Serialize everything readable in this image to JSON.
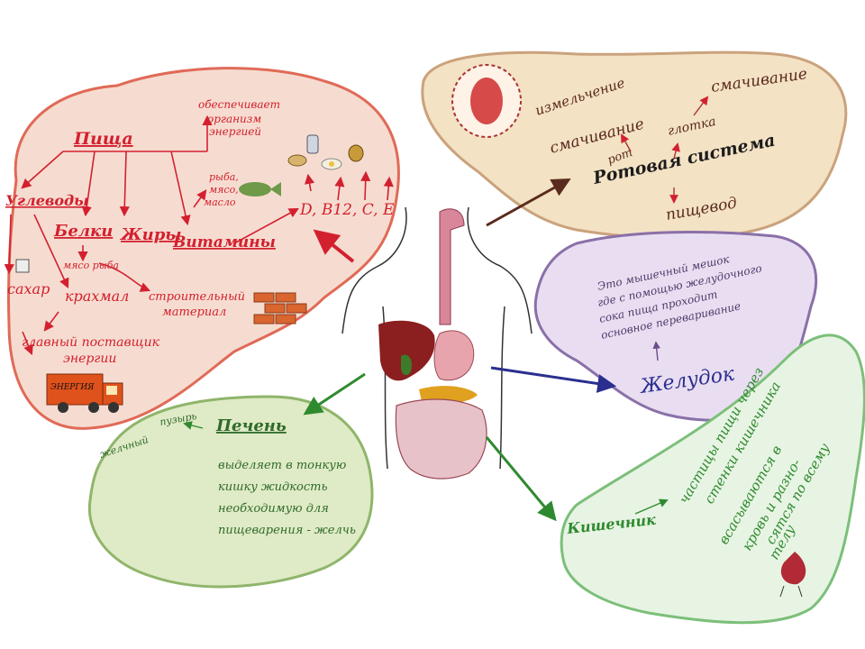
{
  "colors": {
    "food_cloud_fill": "#f6dcd0",
    "food_cloud_stroke": "#e06a57",
    "mouth_cloud_fill": "#f3e2c4",
    "mouth_cloud_stroke": "#caa27c",
    "stomach_cloud_fill": "#e9def1",
    "stomach_cloud_stroke": "#8a70a8",
    "liver_cloud_fill": "#dfeac6",
    "liver_cloud_stroke": "#8fb56a",
    "intestine_cloud_fill": "#e7f4e3",
    "intestine_cloud_stroke": "#7cbf7a",
    "red_ink": "#d3202f",
    "dark_ink": "#5a2a1e",
    "blue_ink": "#2a2f8f",
    "green_ink": "#2f8a2f"
  },
  "food": {
    "title": "Пища",
    "provides": "обеспечивает организм энергией",
    "carbs": "Углеводы",
    "proteins": "Белки",
    "fats": "Жиры",
    "vitamins": "Витамины",
    "fish_meat_oil": "рыба, мясо, масло",
    "meat_fish": "мясо рыба",
    "sugar": "сахар",
    "starch": "крахмал",
    "building_material": "строительный материал",
    "energy_supplier": "главный поставщик энергии",
    "truck_label": "ЭНЕРГИЯ",
    "vitamin_list": "D, B12, C, E"
  },
  "mouth": {
    "title": "Ротовая система",
    "grinding": "измельчение",
    "chewing": "смачивание",
    "wetting": "смачивание",
    "mouth": "рот",
    "throat": "глотка",
    "esophagus": "пищевод"
  },
  "stomach": {
    "title": "Желудок",
    "description": "Это мышечный мешок где с помощью желудочного сока пища проходит основное переваривание"
  },
  "liver": {
    "title": "Печень",
    "description": "выделяет в тонкую кишку жидкость необходимую для пищеварения - желчь",
    "side_note": "желчный пузырь"
  },
  "intestine": {
    "title": "Кишечник",
    "description": "частицы пищи через стенки кишечника всасываются в кровь и разносятся по всему телу"
  }
}
